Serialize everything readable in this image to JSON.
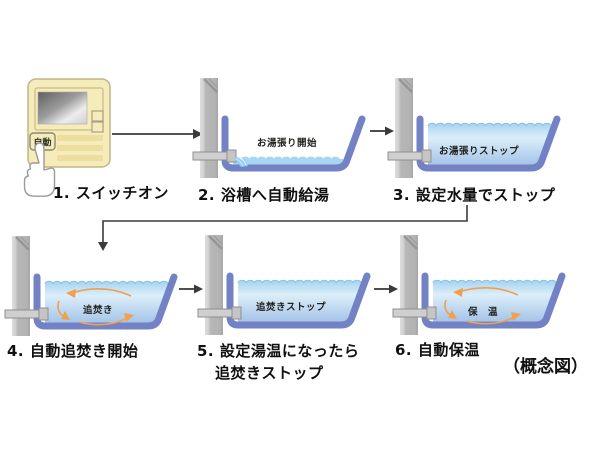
{
  "figure": {
    "footnote": "（概念図）",
    "remote": {
      "button_label": "自動"
    },
    "steps": [
      {
        "caption": "1. スイッチオン"
      },
      {
        "caption": "2. 浴槽へ自動給湯",
        "tub_label": "お湯張り開始"
      },
      {
        "caption": "3. 設定水量でストップ",
        "tub_label": "お湯張りストップ"
      },
      {
        "caption": "4. 自動追焚き開始",
        "tub_label": "追焚き"
      },
      {
        "caption": "5. 設定湯温になったら",
        "caption_line2": "追焚きストップ",
        "tub_label": "追焚きストップ"
      },
      {
        "caption": "6. 自動保温",
        "tub_label": "保　温"
      }
    ],
    "colors": {
      "tub_border": "#7282C4",
      "water_top": "#A5D3F0",
      "water_mid": "#DCEEF9",
      "water_bottom": "#9FC0E6",
      "circulation_arrow": "#F0A04F",
      "remote_body": "#F6EBBB",
      "wall_gray": "#B7B7B7",
      "flow_arrow": "#3A3A3A"
    }
  }
}
